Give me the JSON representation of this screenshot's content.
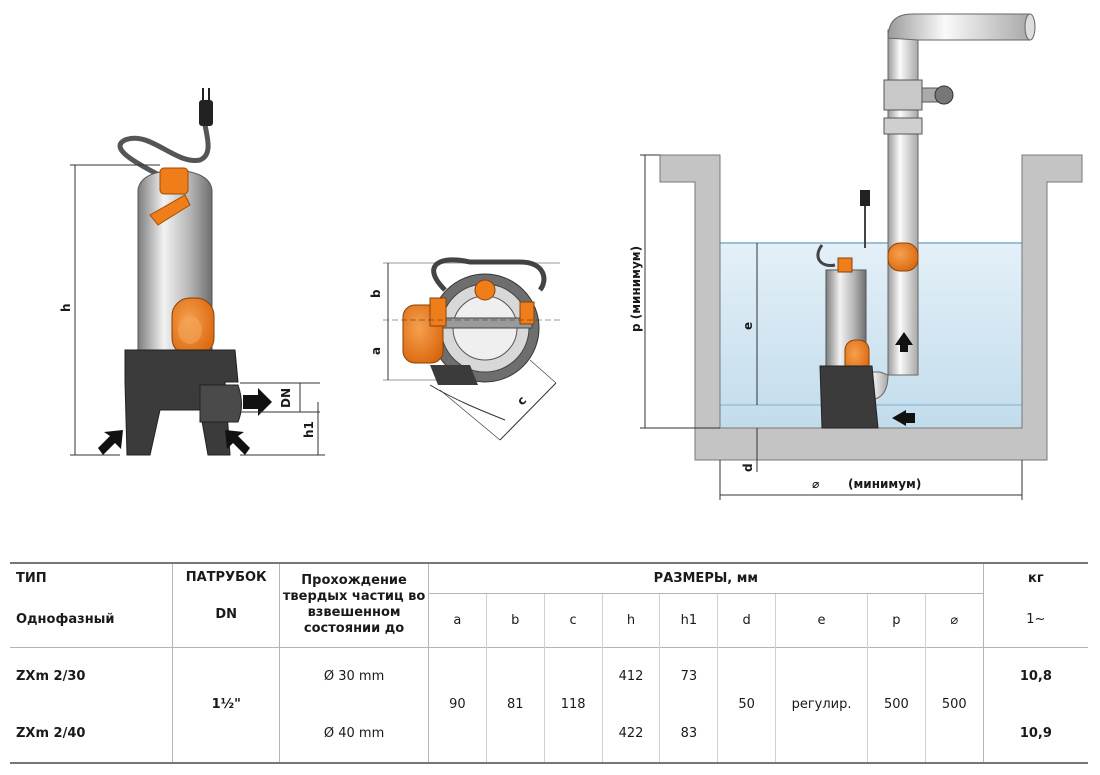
{
  "drawing_labels": {
    "h": "h",
    "dn": "DN",
    "h1": "h1",
    "a": "a",
    "b": "b",
    "c": "c",
    "p": "p (минимум)",
    "e": "e",
    "d": "d",
    "width_symbol": "⌀",
    "width_note": "(минимум)"
  },
  "table": {
    "headers": {
      "type": "ТИП",
      "type_sub": "Однофазный",
      "port": "ПАТРУБОК",
      "port_sub": "DN",
      "solids": "Прохождение твердых частиц во взвешенном состоянии до",
      "dimensions": "РАЗМЕРЫ, мм",
      "weight": "кг",
      "weight_sub": "1~",
      "dim_cols": [
        "a",
        "b",
        "c",
        "h",
        "h1",
        "d",
        "e",
        "p",
        "⌀"
      ]
    },
    "rows": [
      {
        "type": "ZXm 2/30",
        "solids": "Ø 30 mm",
        "h": "412",
        "h1": "73",
        "weight": "10,8"
      },
      {
        "type": "ZXm 2/40",
        "solids": "Ø 40 mm",
        "h": "422",
        "h1": "83",
        "weight": "10,9"
      }
    ],
    "shared": {
      "dn": "1½\"",
      "a": "90",
      "b": "81",
      "c": "118",
      "d": "50",
      "e": "регулир.",
      "p": "500",
      "diam": "500"
    }
  },
  "colors": {
    "pump_orange": "#ee7d1a",
    "pump_body_dark": "#3a3a3a",
    "steel": "#b8b8b8",
    "water": "#cfe3f0",
    "wall": "#c4c4c4"
  }
}
